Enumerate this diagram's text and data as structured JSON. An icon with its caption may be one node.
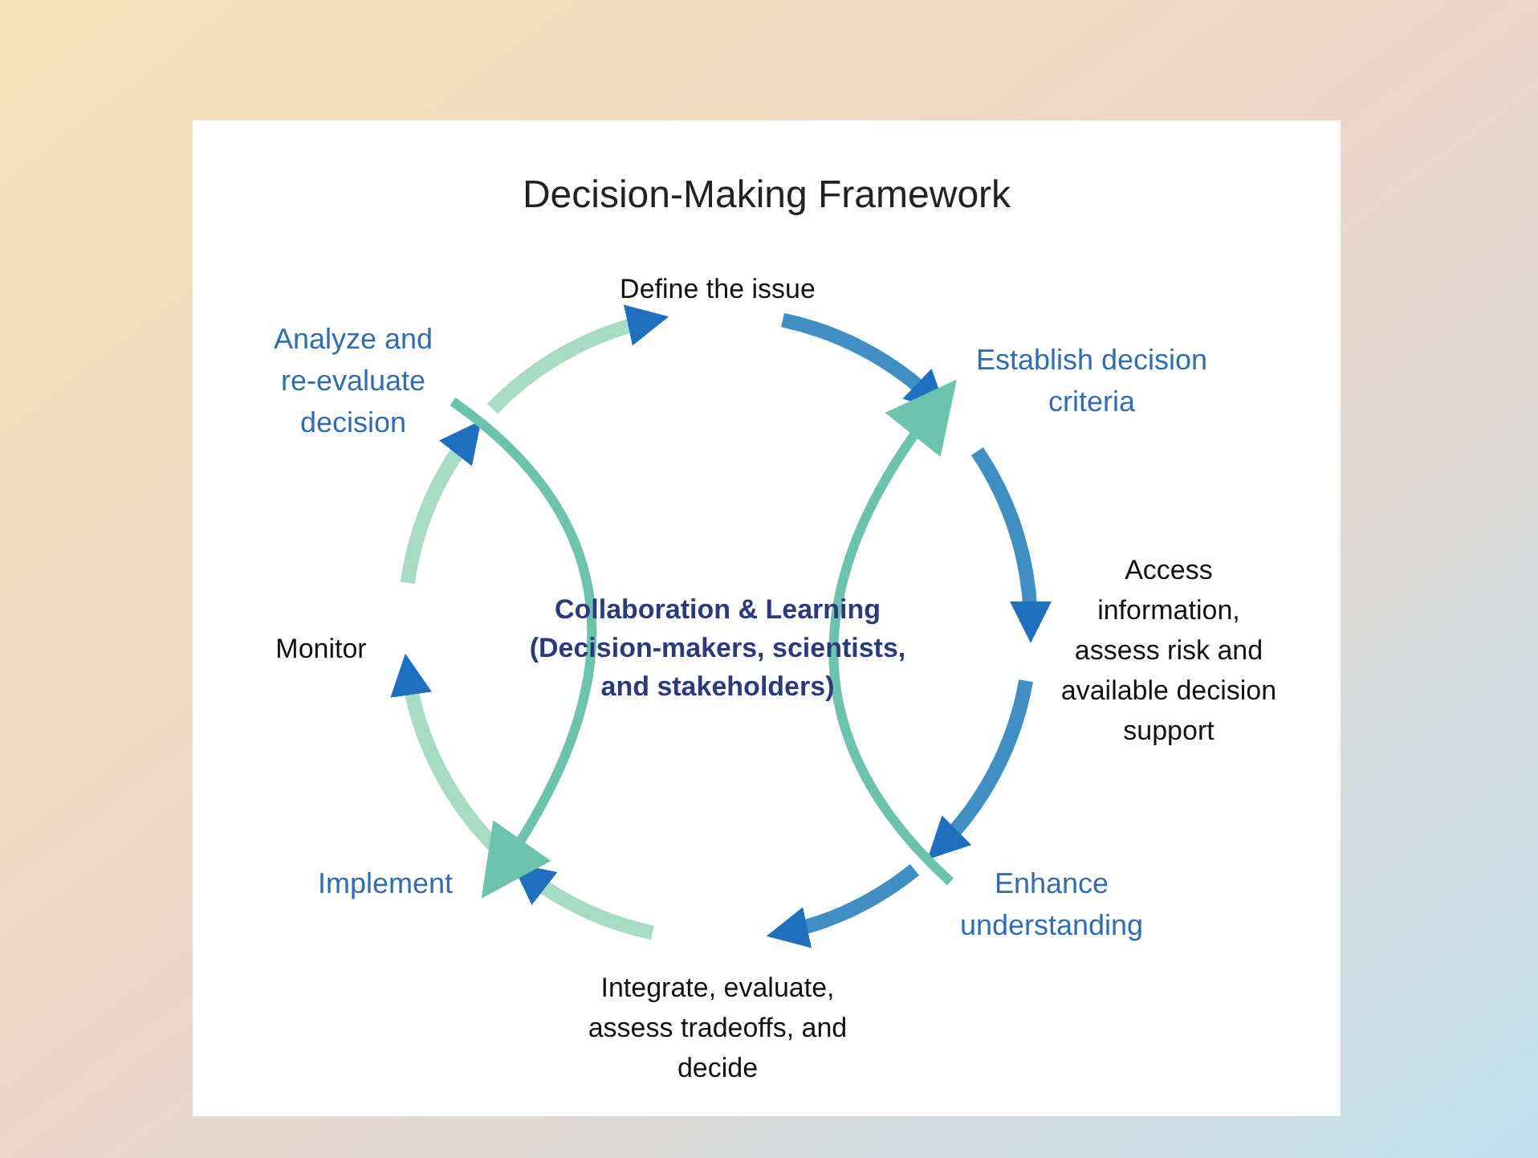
{
  "diagram": {
    "title": "Decision-Making Framework",
    "nodes": [
      {
        "text": [
          "Define the issue"
        ]
      },
      {
        "text": [
          "Establish decision criteria"
        ]
      },
      {
        "text": [
          "Access information, assess risk and available decision support"
        ]
      },
      {
        "text": [
          "Enhance understanding"
        ]
      },
      {
        "text": [
          "Integrate, evaluate, assess tradeoffs, and decide"
        ]
      },
      {
        "text": [
          "Implement"
        ]
      },
      {
        "text": [
          "Monitor"
        ]
      },
      {
        "text": [
          "Analyze and re-evaluate decision"
        ]
      },
      {
        "text": [
          "Collaboration & Learning (Decision-makers, scientists, and stakeholders)"
        ]
      }
    ],
    "edges": [
      {
        "from": 0,
        "to": 1,
        "arrow": "to",
        "color": "#3f8fc4"
      },
      {
        "from": 1,
        "to": 2,
        "arrow": "to",
        "color": "#3f8fc4"
      },
      {
        "from": 2,
        "to": 3,
        "arrow": "to",
        "color": "#3f8fc4"
      },
      {
        "from": 3,
        "to": 4,
        "arrow": "to",
        "color": "#3f8fc4"
      },
      {
        "from": 4,
        "to": 5,
        "arrow": "to",
        "color": "#a6dcc4"
      },
      {
        "from": 5,
        "to": 6,
        "arrow": "to",
        "color": "#a6dcc4"
      },
      {
        "from": 6,
        "to": 7,
        "arrow": "to",
        "color": "#a6dcc4"
      },
      {
        "from": 7,
        "to": 0,
        "arrow": "to",
        "color": "#a6dcc4"
      },
      {
        "from": 7,
        "to": 5,
        "arrow": "to",
        "color": "#6cc3ad"
      },
      {
        "from": 3,
        "to": 1,
        "arrow": "to",
        "color": "#6cc3ad"
      }
    ]
  }
}
